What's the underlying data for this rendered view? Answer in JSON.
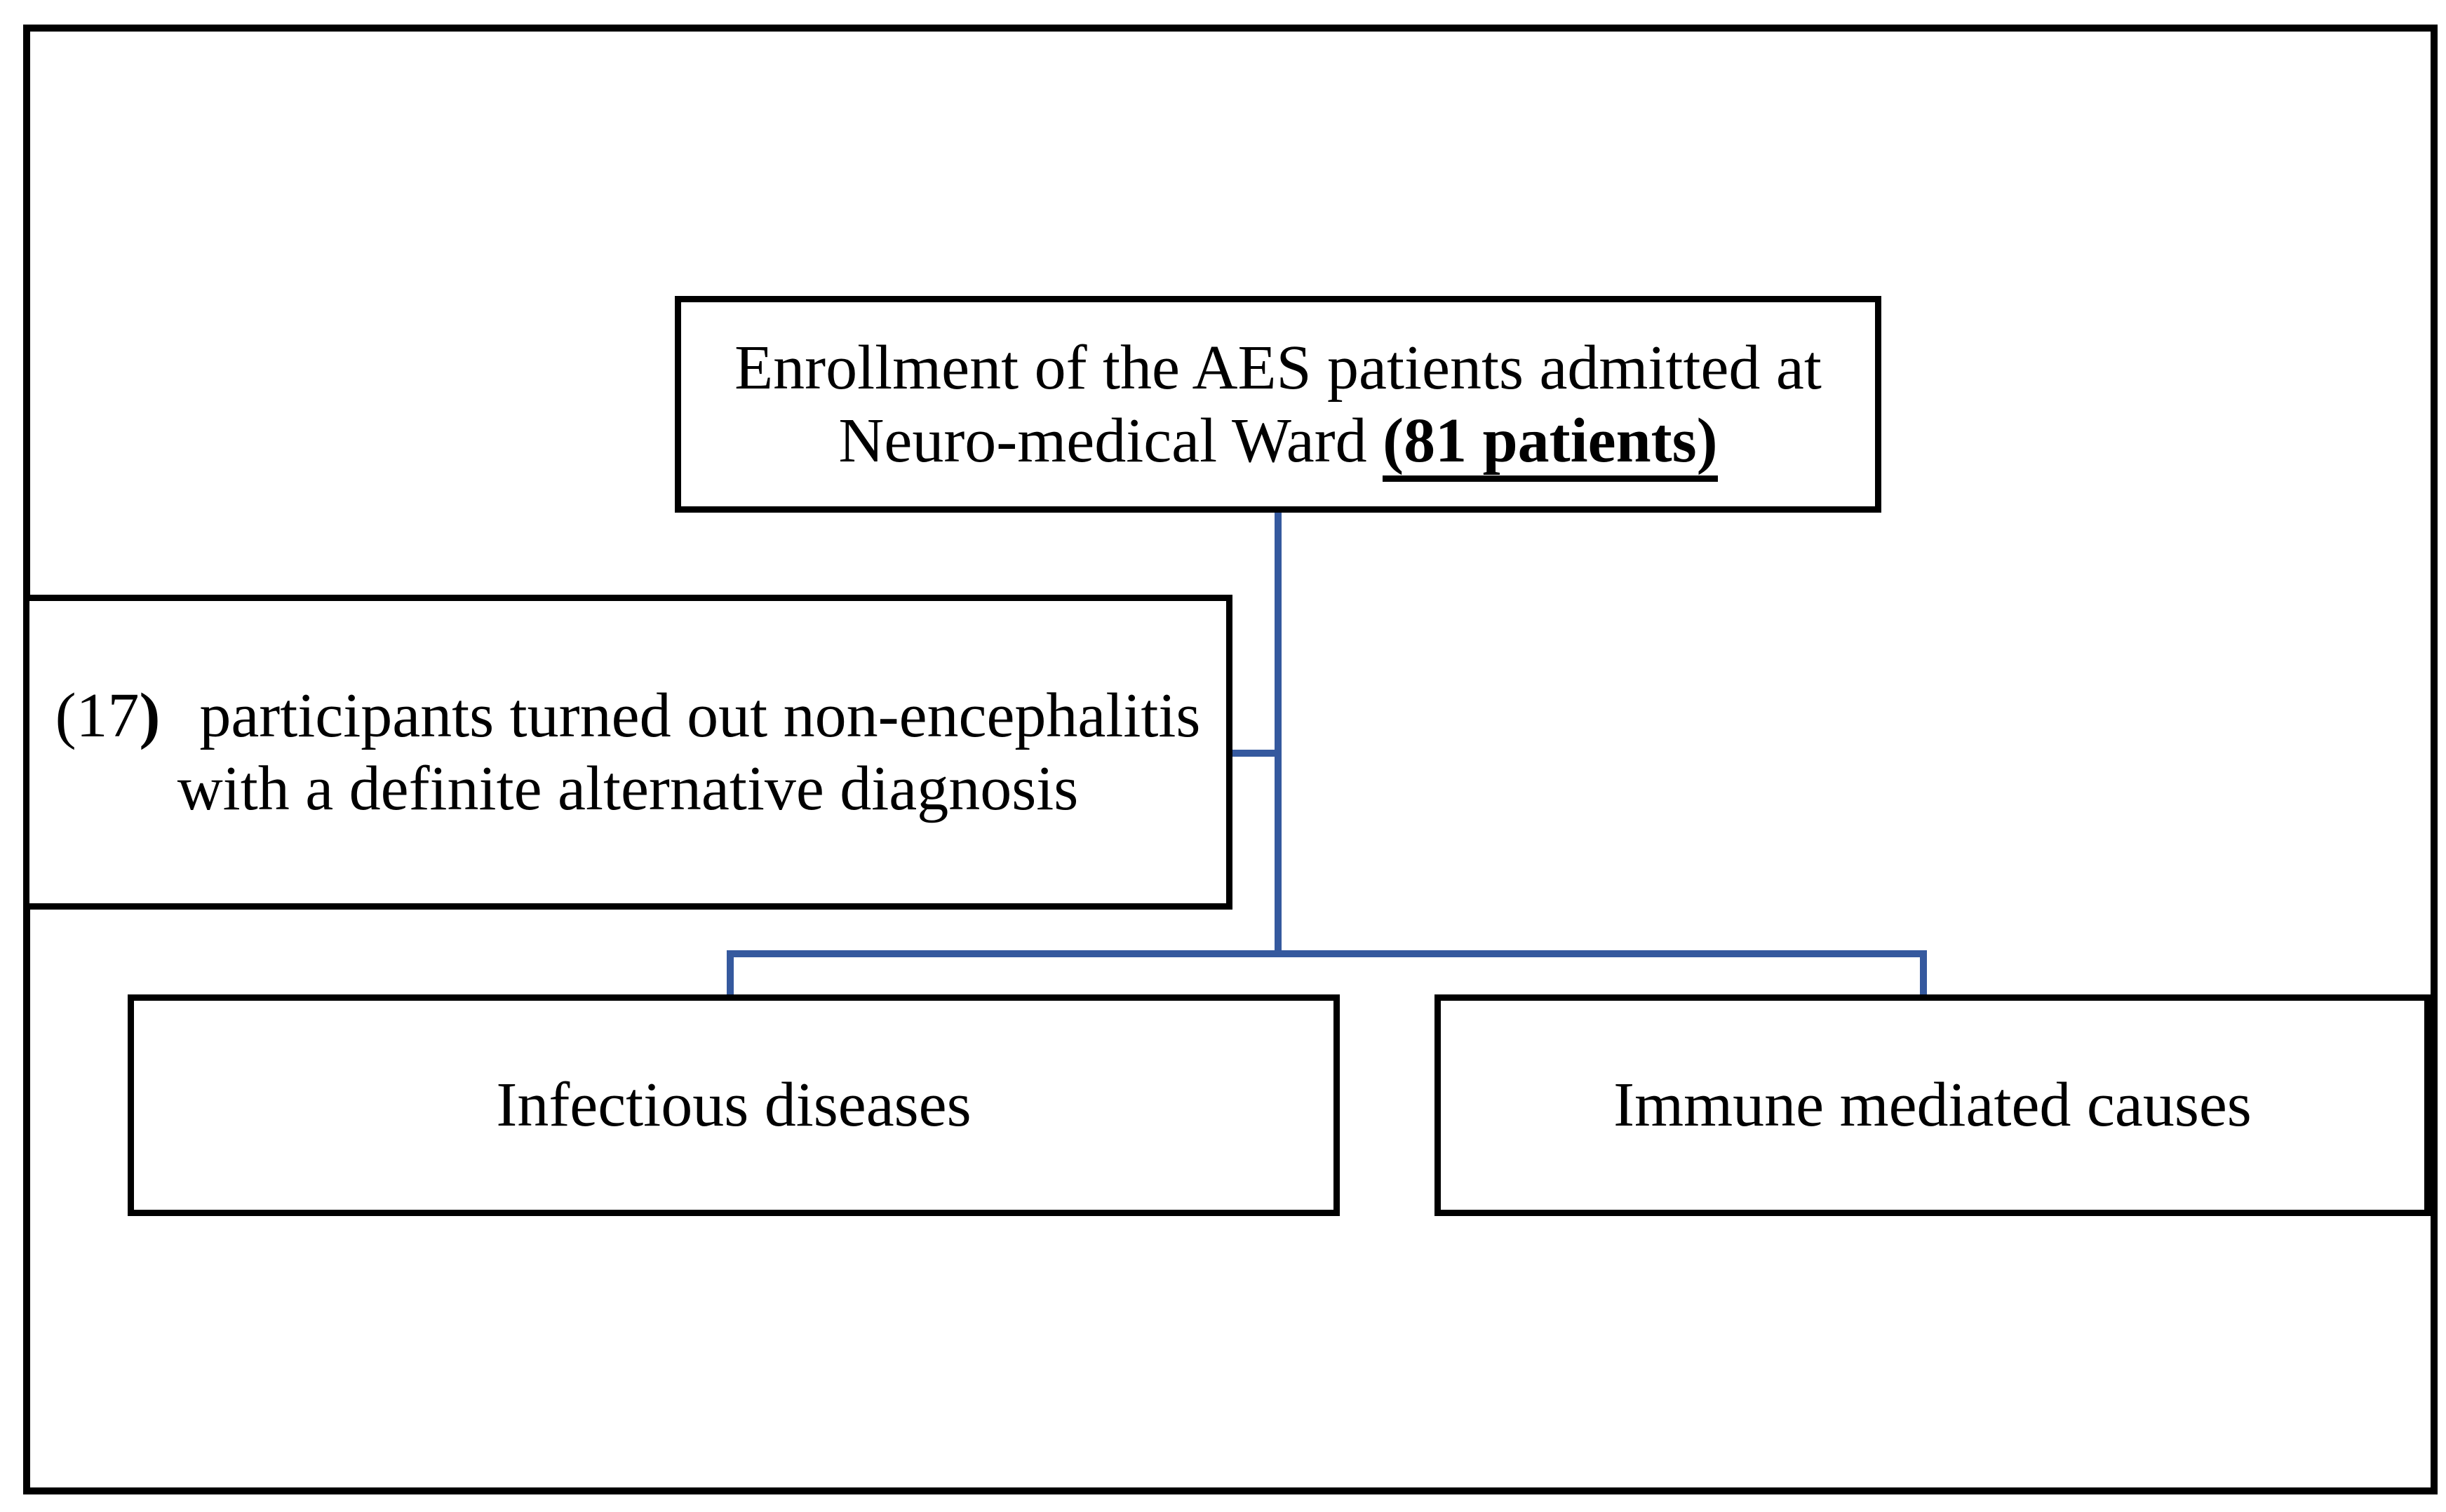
{
  "diagram": {
    "enrollment_box": {
      "line1": "Enrollment of the AES patients admitted at",
      "line2_prefix": "Neuro-medical Ward ",
      "line2_highlight": "(81 patients)"
    },
    "exclusion_box": {
      "count_open": "(17",
      "count_close_bold": ")",
      "line1_rest": "participants turned out non-encephalitis",
      "line2": "with a definite alternative diagnosis"
    },
    "infectious_box": {
      "label": "Infectious diseases"
    },
    "immune_box": {
      "label": "Immune mediated causes"
    }
  },
  "colors": {
    "connector_blue": "#35599E",
    "border_black": "#000000",
    "background": "#FFFFFF"
  }
}
